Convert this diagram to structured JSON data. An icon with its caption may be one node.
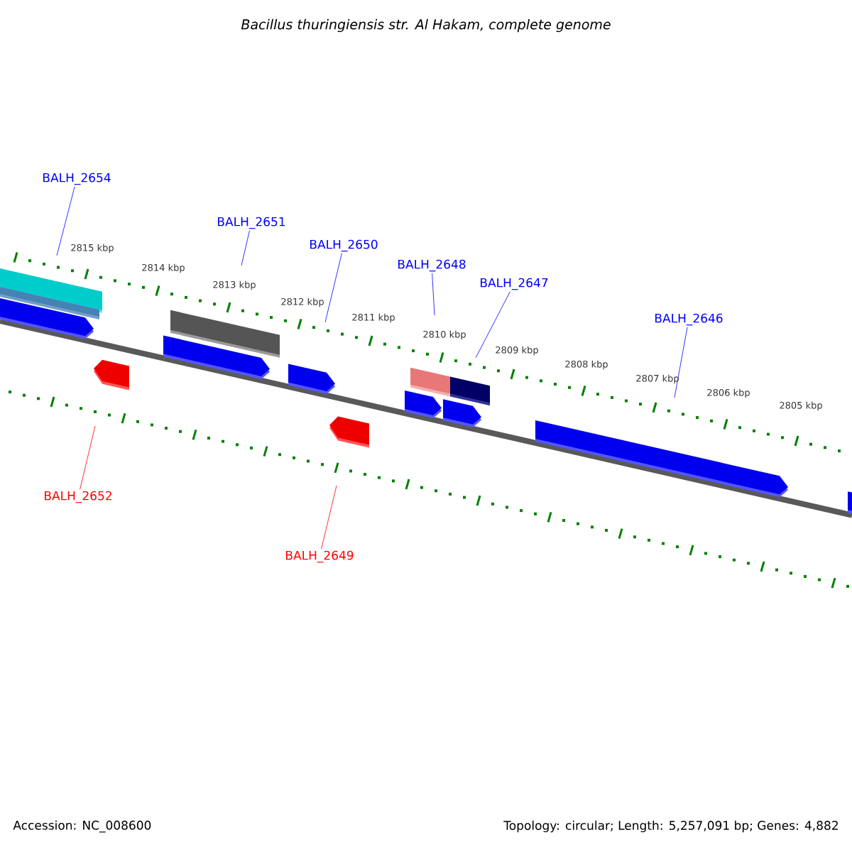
{
  "diagram": {
    "title": "Bacillus thuringiensis str. Al Hakam, complete genome",
    "nodes": [
      {
        "text": [
          "BALH_2654"
        ]
      },
      {
        "text": [
          "BALH_2651"
        ]
      },
      {
        "text": [
          "BALH_2650"
        ]
      },
      {
        "text": [
          "BALH_2648"
        ]
      },
      {
        "text": [
          "BALH_2647"
        ]
      },
      {
        "text": [
          "BALH_2646"
        ]
      },
      {
        "text": [
          "BALH_2652"
        ]
      },
      {
        "text": [
          "BALH_2649"
        ]
      }
    ],
    "edges": [
      {
        "from": 0,
        "to": null,
        "arrow": "none"
      },
      {
        "from": 1,
        "to": null,
        "arrow": "none"
      },
      {
        "from": 2,
        "to": null,
        "arrow": "none"
      },
      {
        "from": 3,
        "to": null,
        "arrow": "none"
      },
      {
        "from": 4,
        "to": null,
        "arrow": "none"
      },
      {
        "from": 5,
        "to": null,
        "arrow": "none"
      },
      {
        "from": 6,
        "to": null,
        "arrow": "none",
        "color": "#ff0000"
      },
      {
        "from": 7,
        "to": null,
        "arrow": "none",
        "color": "#ff0000"
      }
    ],
    "labels": [
      "2815 kbp",
      "2814 kbp",
      "2813 kbp",
      "2812 kbp",
      "2811 kbp",
      "2810 kbp",
      "2809 kbp",
      "2808 kbp",
      "2807 kbp",
      "2806 kbp",
      "2805 kbp",
      "Accession: NC_008600",
      "Topology: circular; Length: 5,257,091 bp; Genes: 4,882"
    ]
  }
}
